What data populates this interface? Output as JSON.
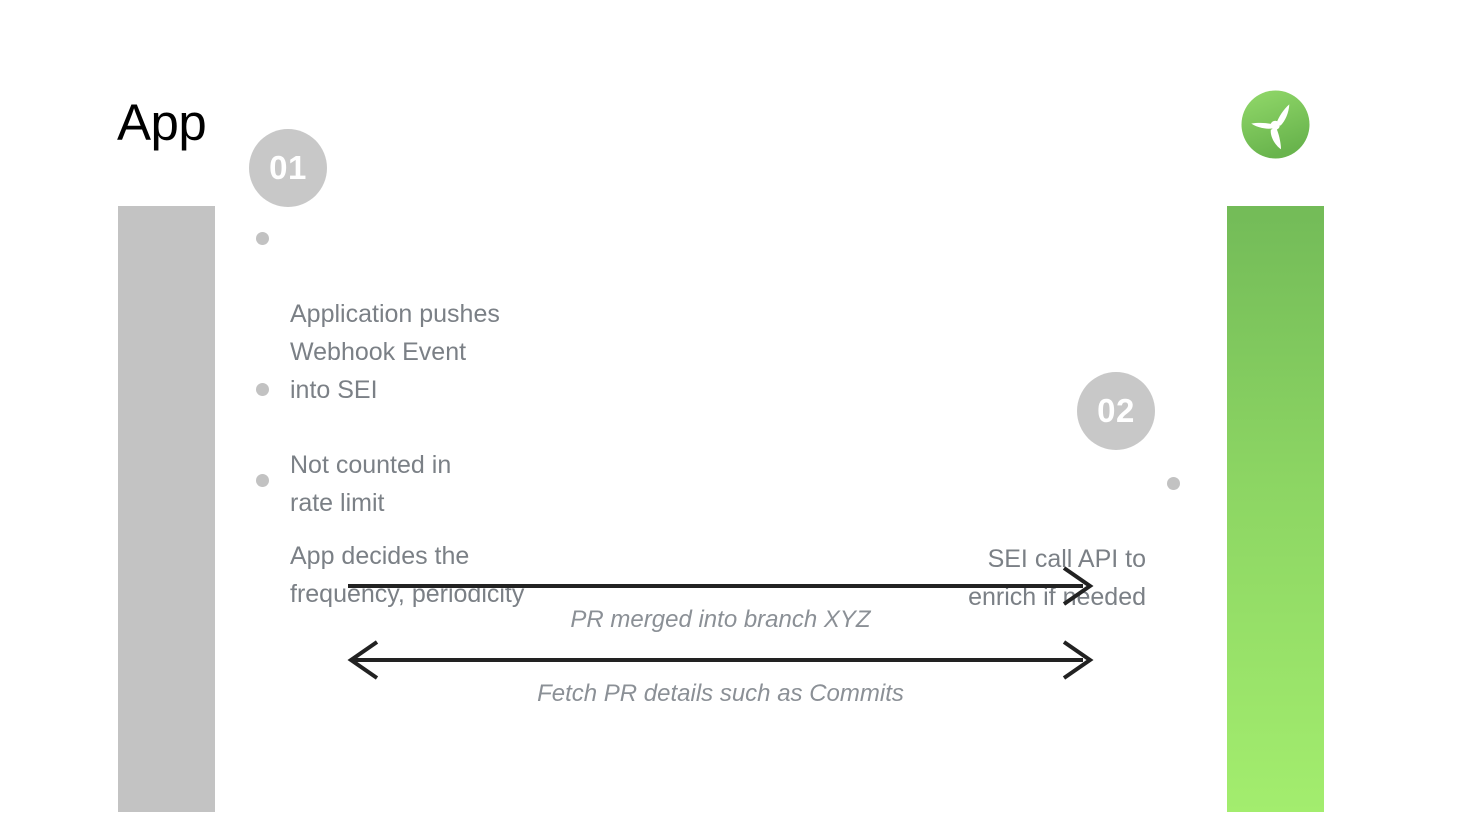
{
  "slide": {
    "title": "App",
    "background_color": "#ffffff"
  },
  "logo": {
    "name": "propeller-logo",
    "circle_color_top": "#8ad161",
    "circle_color_bottom": "#6fba52",
    "blade_color": "#ffffff"
  },
  "lifelines": [
    {
      "id": "app-lifeline",
      "label": "App",
      "color": "#c3c3c3",
      "side": "left"
    },
    {
      "id": "sei-lifeline",
      "color_top": "#73bb58",
      "color_bottom": "#a3ed6e",
      "side": "right"
    }
  ],
  "steps": [
    {
      "number": "01",
      "side": "left",
      "badge_color": "#c8c8c8",
      "bullets": [
        "Application pushes\nWebhook Event\ninto SEI",
        "Not counted in\nrate limit",
        "App decides the\nfrequency, periodicity"
      ]
    },
    {
      "number": "02",
      "side": "right",
      "badge_color": "#c8c8c8",
      "bullets": [
        "SEI call API to\nenrich if needed"
      ]
    }
  ],
  "messages": [
    {
      "label": "PR merged into branch XYZ",
      "direction": "right",
      "arrowheads": "end"
    },
    {
      "label": "Fetch PR details such as Commits",
      "direction": "both",
      "arrowheads": "both"
    }
  ],
  "text_colors": {
    "title": "#000000",
    "bullet": "#7b8086",
    "bullet_dot": "#c2c2c2",
    "message_label": "#8b9096",
    "arrow_line": "#222222"
  }
}
